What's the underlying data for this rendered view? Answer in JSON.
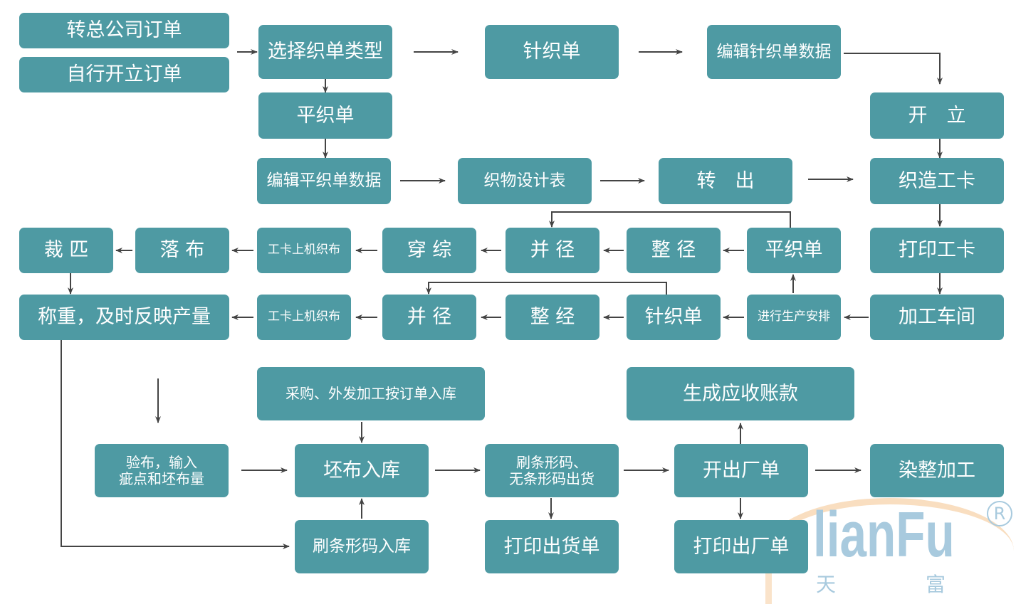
{
  "colors": {
    "box": "#4e9aa3",
    "arrow": "#444444",
    "watermark": "#a8cade"
  },
  "boxes": {
    "transfer_order": "转总公司订单",
    "own_order": "自行开立订单",
    "select_type": "选择织单类型",
    "knit_top": "针织单",
    "edit_knit": "编辑针织单数据",
    "plain_top": "平织单",
    "open": "开　立",
    "edit_plain": "编辑平织单数据",
    "fabric_design": "织物设计表",
    "transfer_out": "转　出",
    "weaving_card": "织造工卡",
    "cut": "裁 匹",
    "doff": "落 布",
    "card_loom_1": "工卡上机织布",
    "heddle": "穿 综",
    "merge_warp_1": "并 径",
    "warp_1": "整 径",
    "plain_mid": "平织单",
    "print_card": "打印工卡",
    "weigh": "称重，及时反映产量",
    "card_loom_2": "工卡上机织布",
    "merge_warp_2": "并 径",
    "warp_2": "整 经",
    "knit_mid": "针织单",
    "schedule": "进行生产安排",
    "workshop": "加工车间",
    "purchase": "采购、外发加工按订单入库",
    "receivable": "生成应收账款",
    "inspect": "验布，输入\n疵点和坯布量",
    "grey_in": "坯布入库",
    "ship": "刷条形码、\n无条形码出货",
    "factory_out": "开出厂单",
    "dyeing": "染整加工",
    "barcode_in": "刷条形码入库",
    "print_ship": "打印出货单",
    "print_factory": "打印出厂单"
  },
  "watermark": {
    "logo": "lianFu",
    "cn1": "天",
    "cn2": "富",
    "reg": "R"
  }
}
